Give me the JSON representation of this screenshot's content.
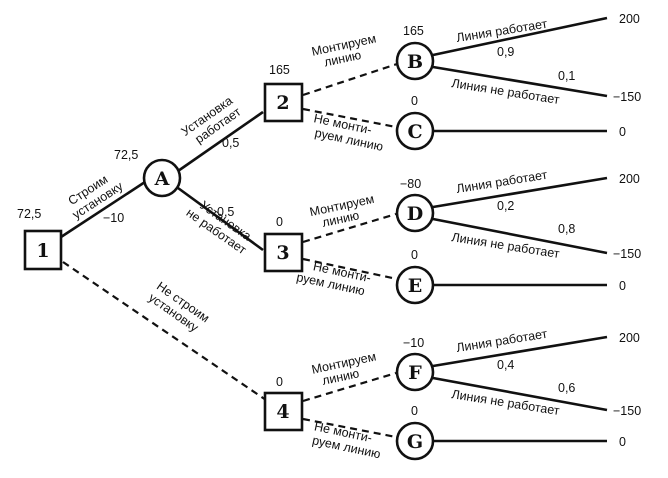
{
  "nodes": {
    "n1": "1",
    "n2": "2",
    "n3": "3",
    "n4": "4",
    "A": "A",
    "B": "B",
    "C": "C",
    "D": "D",
    "E": "E",
    "F": "F",
    "G": "G"
  },
  "values": {
    "n1": "72,5",
    "A": "72,5",
    "n2": "165",
    "n3": "0",
    "n4": "0",
    "B": "165",
    "C": "0",
    "D": "−80",
    "E": "0",
    "F": "−10",
    "G": "0"
  },
  "costs": {
    "build": "−10"
  },
  "probabilities": {
    "A_works": "0,5",
    "A_fails": "0,5",
    "B_works": "0,9",
    "B_fails": "0,1",
    "D_works": "0,2",
    "D_fails": "0,8",
    "F_works": "0,4",
    "F_fails": "0,6"
  },
  "payoffs": {
    "B_works": "200",
    "B_fails": "−150",
    "C": "0",
    "D_works": "200",
    "D_fails": "−150",
    "E": "0",
    "F_works": "200",
    "F_fails": "−150",
    "G": "0"
  },
  "labels": {
    "build": [
      "Строим",
      "установку"
    ],
    "no_build": [
      "Не строим",
      "установку"
    ],
    "install_works": [
      "Установка",
      "работает"
    ],
    "install_fails": [
      "Установка",
      "не работает"
    ],
    "mount": [
      "Монтируем",
      "линию"
    ],
    "no_mount": [
      "Не монти-",
      "руем линию"
    ],
    "line_works": "Линия работает",
    "line_fails": "Линия не работает"
  }
}
